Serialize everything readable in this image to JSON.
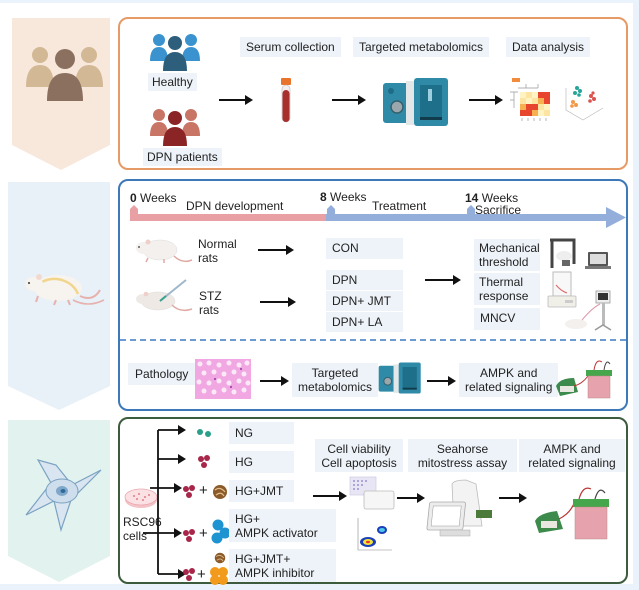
{
  "colors": {
    "human_panel_border": "#e69a66",
    "rat_panel_border": "#3d78b8",
    "cell_panel_border": "#3d5c3d",
    "human_banner": "#f8e8dc",
    "rat_banner": "#e8f0f8",
    "cell_banner": "#e2f2ef",
    "timeline_development": "#e8a0a5",
    "timeline_treatment": "#93aedb",
    "label_bg": "#eef3f9",
    "healthy_icon": "#3a93cf",
    "dpn_icon": "#c97565"
  },
  "human_section": {
    "healthy_label": "Healthy",
    "dpn_label": "DPN patients",
    "steps": [
      "Serum collection",
      "Targeted metabolomics",
      "Data analysis"
    ],
    "icons": [
      "people-group-icon",
      "blood-tube-icon",
      "mass-spectrometer-icon",
      "heatmap-icon",
      "3d-scatter-icon"
    ]
  },
  "rat_section": {
    "timeline": {
      "start": {
        "num": "0",
        "unit": "Weeks",
        "phase": "DPN development"
      },
      "mid": {
        "num": "8",
        "unit": "Weeks",
        "phase": "Treatment"
      },
      "end": {
        "num": "14",
        "unit": "Weeks",
        "phase": "Sacrifice"
      }
    },
    "normal_rats": "Normal\nrats",
    "stz_rats": "STZ\nrats",
    "groups": [
      "CON",
      "DPN",
      "DPN+ JMT",
      "DPN+ LA"
    ],
    "tests": [
      "Mechanical\nthreshold",
      "Thermal\nresponse",
      "MNCV"
    ],
    "bottom_flow": [
      "Pathology",
      "Targeted\nmetabolomics",
      "AMPK and\nrelated signaling"
    ]
  },
  "cell_section": {
    "cell_line": "RSC96\ncells",
    "conditions": [
      "NG",
      "HG",
      "HG+JMT",
      "HG+\nAMPK activator",
      "HG+JMT+\nAMPK inhibitor"
    ],
    "plus": "+",
    "assays": [
      "Cell viability\nCell apoptosis",
      "Seahorse\nmitostress assay",
      "AMPK and\nrelated signaling"
    ]
  }
}
